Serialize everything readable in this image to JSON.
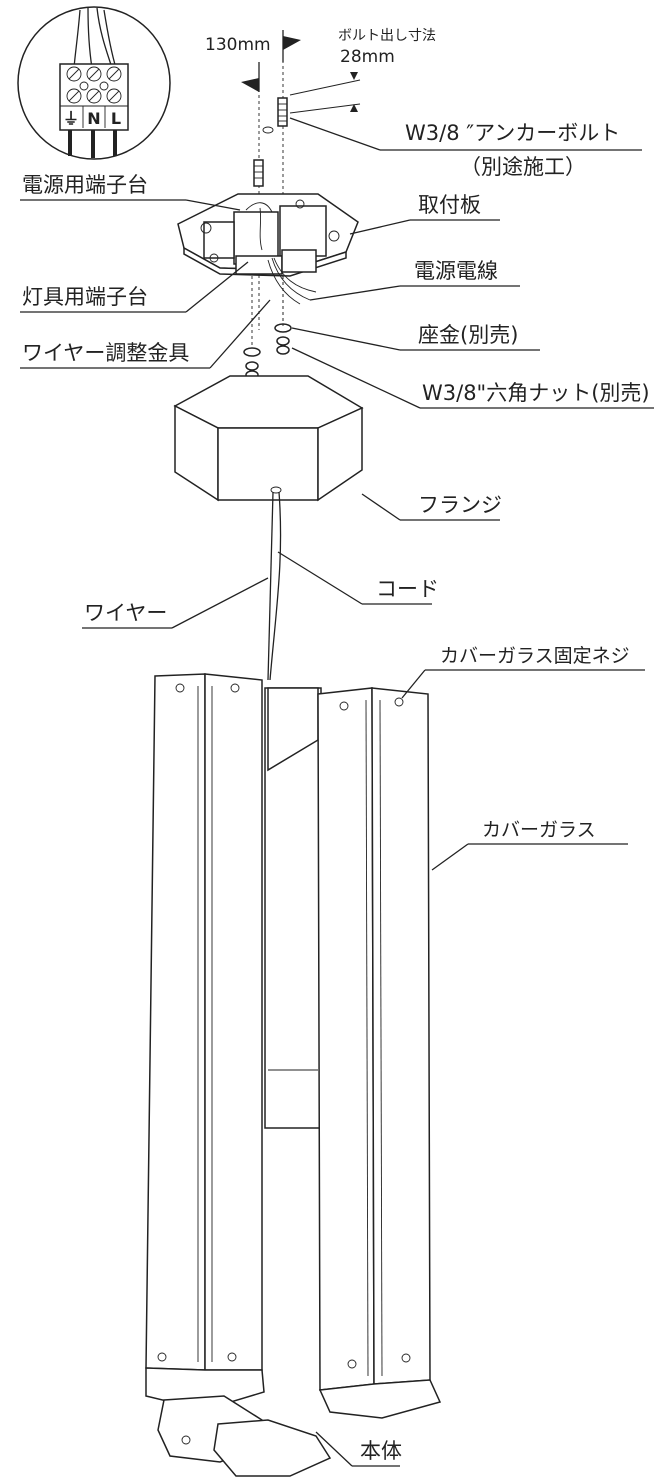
{
  "labels": {
    "power_terminal": "電源用端子台",
    "lamp_terminal": "灯具用端子台",
    "wire_adjuster": "ワイヤー調整金具",
    "anchor_bolt": "W3/8 ″アンカーボルト",
    "anchor_note": "（別途施工）",
    "mounting_plate": "取付板",
    "power_cable": "電源電線",
    "washer": "座金(別売)",
    "hex_nut": "W3/8\"六角ナット(別売)",
    "flange": "フランジ",
    "cord": "コード",
    "wire": "ワイヤー",
    "cover_screw": "カバーガラス固定ネジ",
    "cover_glass": "カバーガラス",
    "body": "本体"
  },
  "dimensions": {
    "spacing": "130mm",
    "bolt_protrusion_label": "ボルト出し寸法",
    "bolt_protrusion": "28mm"
  },
  "terminal_block": {
    "earth": "⏚",
    "n": "N",
    "l": "L"
  }
}
